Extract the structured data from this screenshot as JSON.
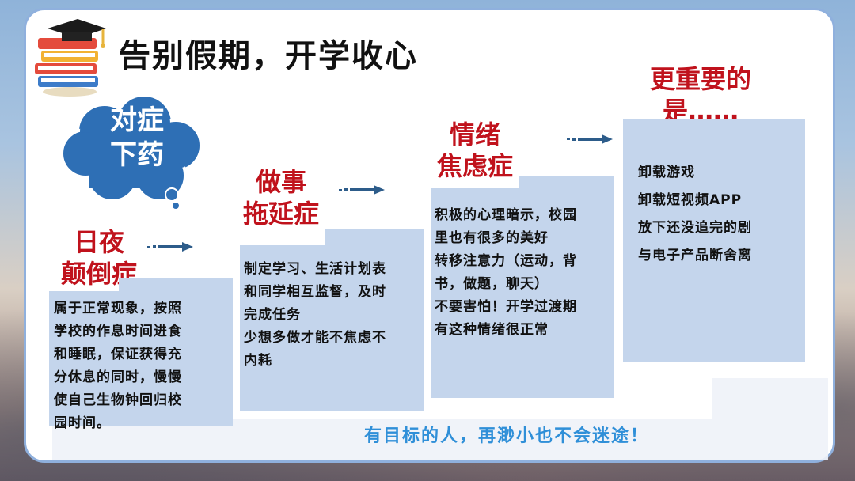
{
  "title": "告别假期，开学收心",
  "cloud": [
    "对症",
    "下药"
  ],
  "steps": [
    {
      "heading": [
        "日夜",
        "颠倒症"
      ],
      "lines": [
        "属于正常现象，按照",
        "学校的作息时间进食",
        "和睡眠，保证获得充",
        "分休息的同时，慢慢",
        "使自己生物钟回归校",
        "园时间。"
      ]
    },
    {
      "heading": [
        "做事",
        "拖延症"
      ],
      "lines": [
        "制定学习、生活计划表",
        "和同学相互监督，及时",
        "完成任务",
        "少想多做才能不焦虑不",
        "内耗"
      ]
    },
    {
      "heading": [
        "情绪",
        "焦虑症"
      ],
      "lines": [
        "积极的心理暗示，校园",
        "里也有很多的美好",
        "转移注意力（运动，背",
        "书，做题，聊天）",
        "不要害怕！开学过渡期",
        "有这种情绪很正常"
      ]
    },
    {
      "heading": [
        "更重要的",
        "是……"
      ],
      "lines": [
        "卸载游戏",
        "卸载短视频APP",
        "放下还没追完的剧",
        "与电子产品断舍离"
      ]
    }
  ],
  "motto": "有目标的人，再渺小也不会迷途！",
  "colors": {
    "heading": "#c0121c",
    "box": "#c4d5ec",
    "arrow": "#2d5c8a",
    "motto": "#2f8fd8",
    "cloud": "#2e6fb5"
  },
  "icons": [
    "graduation-books-icon",
    "cloud-icon",
    "arrow-right-icon"
  ]
}
